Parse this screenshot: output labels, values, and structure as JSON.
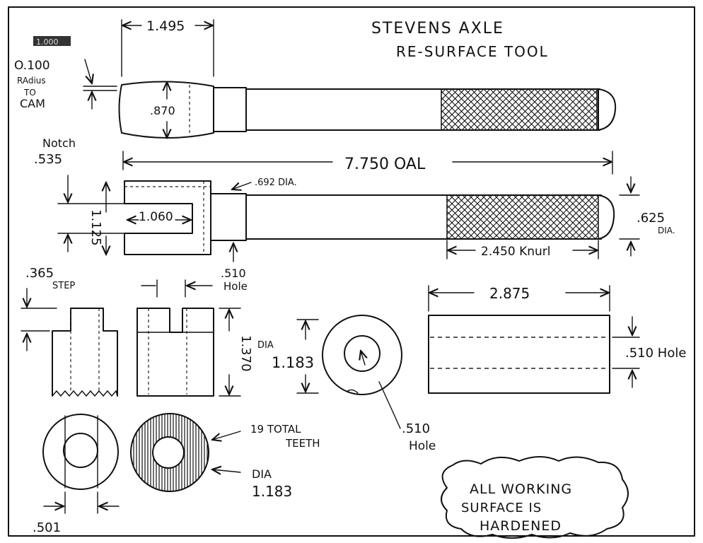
{
  "title": {
    "line1": "STEVENS   AXLE",
    "line2": "RE-SURFACE  TOOL"
  },
  "stamp": "1.000",
  "top_view": {
    "dim_head_length": "1.495",
    "radius_label": [
      "O.100",
      "RAdius",
      "TO",
      "CAM"
    ],
    "dim_head_dia": ".870",
    "dim_oal": "7.750  OAL"
  },
  "side_view": {
    "notch_label": [
      "Notch",
      ".535"
    ],
    "dim_notch_depth": "1.060",
    "dim_height": "1.125",
    "dim_shaft_dia": ".692 DIA.",
    "dim_tip_dia": [
      ".625",
      "DIA."
    ],
    "dim_knurl": "2.450  Knurl"
  },
  "cutter_detail": {
    "step_label": [
      ".365",
      "STEP"
    ],
    "hole_label": [
      ".510",
      "Hole"
    ],
    "dim_height": "1.370",
    "dim_bore": ".501",
    "teeth_label": [
      "19  TOTAL",
      "TEETH"
    ],
    "dia_label": [
      "DIA",
      "1.183"
    ]
  },
  "bushing_end": {
    "dia_label": [
      "DIA",
      "1.183"
    ],
    "hole_label": [
      ".510",
      "Hole"
    ]
  },
  "bushing_side": {
    "dim_length": "2.875",
    "hole_label": ".510  Hole"
  },
  "note": [
    "ALL  WORKING",
    "SURFACE  IS",
    "HARDENED"
  ]
}
